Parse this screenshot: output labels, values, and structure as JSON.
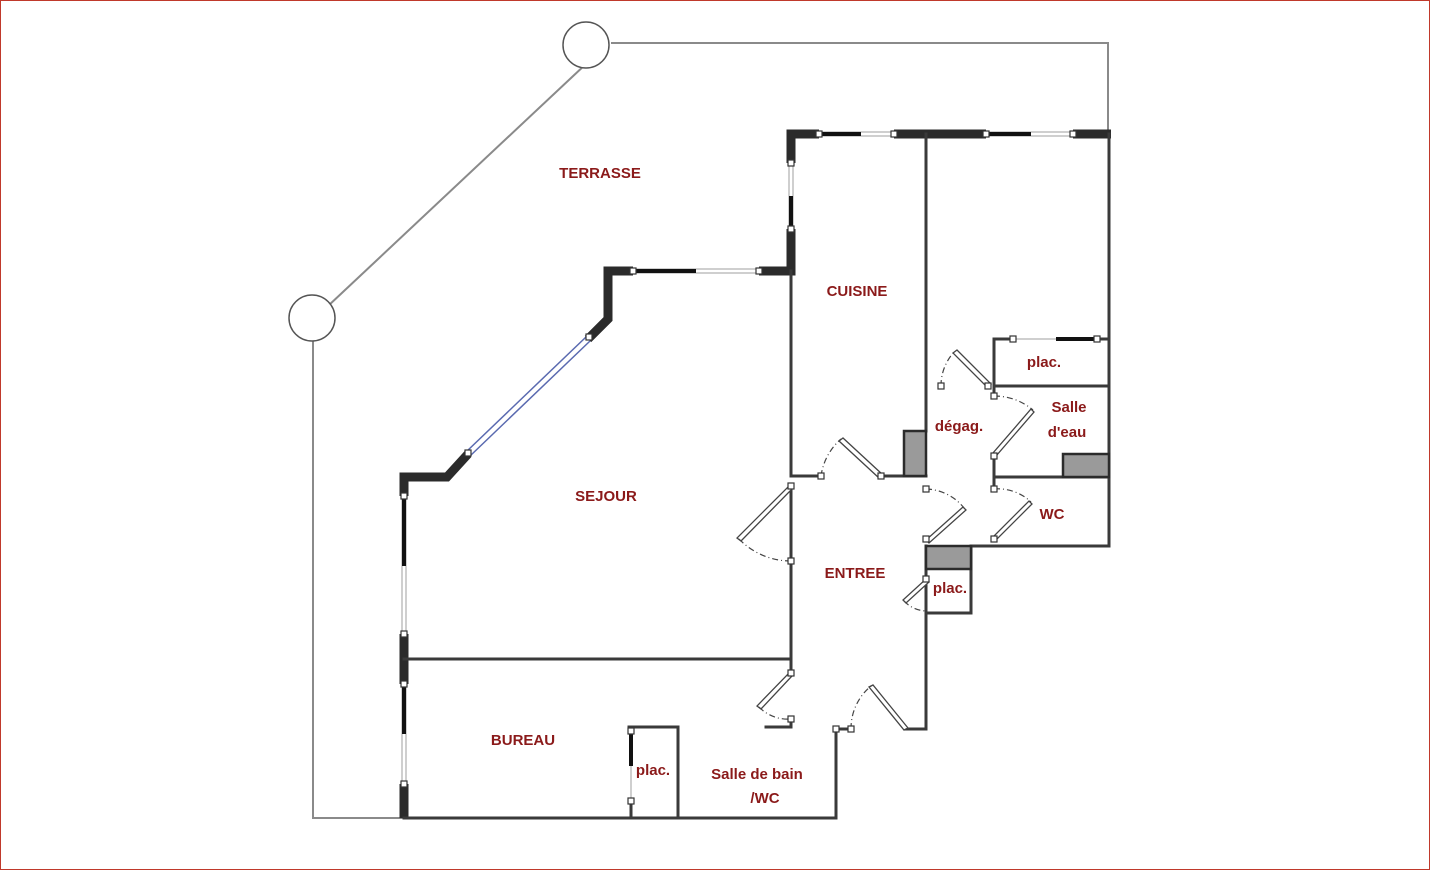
{
  "rooms": {
    "terrasse": "TERRASSE",
    "cuisine": "CUISINE",
    "sejour": "SEJOUR",
    "entree": "ENTREE",
    "bureau": "BUREAU",
    "degagement": "dégag.",
    "placard_top": "plac.",
    "salle_eau_line1": "Salle",
    "salle_eau_line2": "d'eau",
    "wc": "WC",
    "placard_entree": "plac.",
    "placard_bureau": "plac.",
    "salle_bain_line1": "Salle de bain",
    "salle_bain_line2": "/WC"
  },
  "colors": {
    "label": "#8b1a1a",
    "frame_border": "#c0392b",
    "wall": "#2b2b2b",
    "terrace_outline": "#8a8a8a"
  }
}
